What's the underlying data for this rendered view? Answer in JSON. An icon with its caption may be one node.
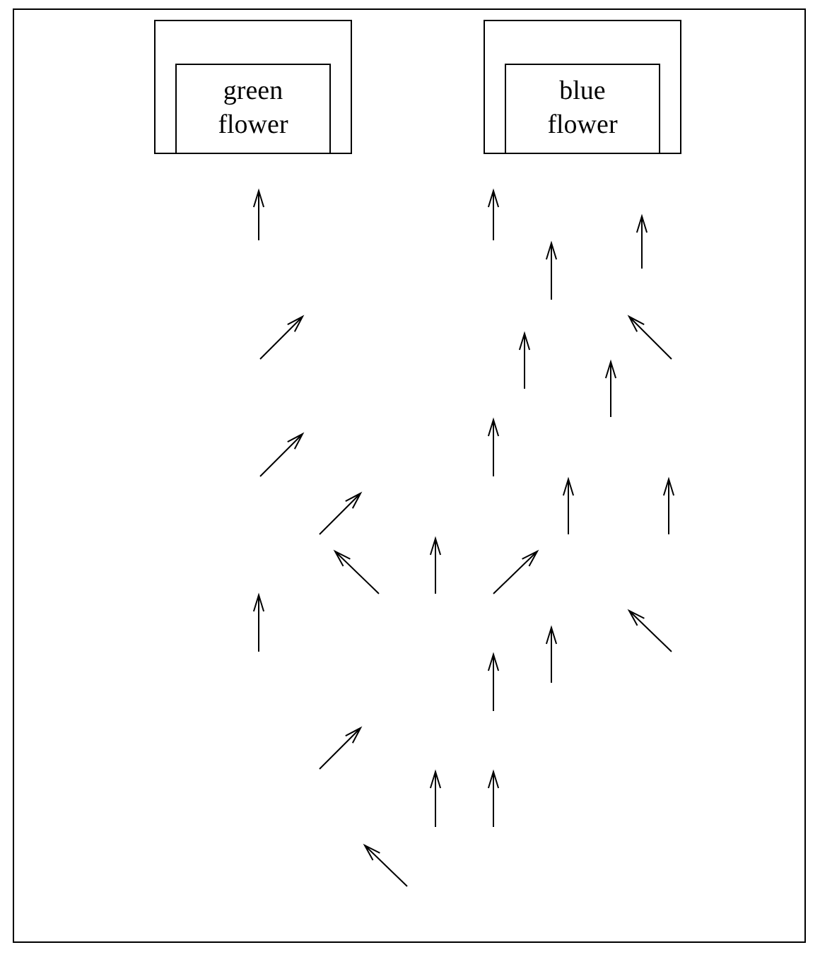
{
  "diagram": {
    "nodes": [
      {
        "text": [],
        "shape": "box"
      },
      {
        "text": [
          "green flower"
        ],
        "in": 0
      },
      {
        "text": [],
        "shape": "box"
      },
      {
        "text": [
          "blue flower"
        ],
        "in": 2
      }
    ]
  }
}
